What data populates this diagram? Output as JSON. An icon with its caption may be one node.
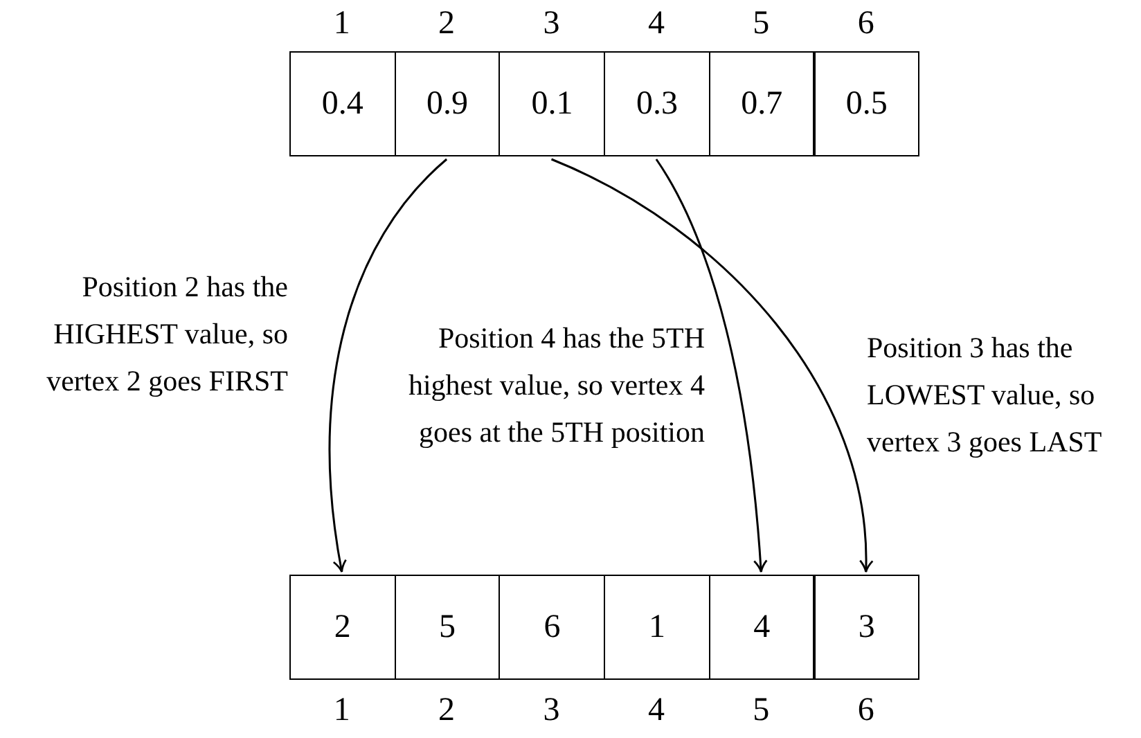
{
  "diagram": {
    "nodes": [
      {
        "text": [
          "0.4"
        ]
      },
      {
        "text": [
          "0.9"
        ]
      },
      {
        "text": [
          "0.1"
        ]
      },
      {
        "text": [
          "0.3"
        ]
      },
      {
        "text": [
          "0.7"
        ]
      },
      {
        "text": [
          "0.5"
        ]
      },
      {
        "text": [
          "2"
        ]
      },
      {
        "text": [
          "5"
        ]
      },
      {
        "text": [
          "6"
        ]
      },
      {
        "text": [
          "1"
        ]
      },
      {
        "text": [
          "4"
        ]
      },
      {
        "text": [
          "3"
        ]
      }
    ],
    "edges": [
      {
        "from": 1,
        "to": 6,
        "arrow": "to"
      },
      {
        "from": 2,
        "to": 11,
        "arrow": "to"
      },
      {
        "from": 3,
        "to": 10,
        "arrow": "to"
      }
    ],
    "labels": [
      "1",
      "2",
      "3",
      "4",
      "5",
      "6",
      "Position 2 has the HIGHEST value, so vertex 2 goes FIRST",
      "Position 4 has the 5TH highest value, so vertex 4 goes at the 5TH position",
      "Position 3 has the LOWEST value, so vertex 3 goes LAST",
      "1",
      "2",
      "3",
      "4",
      "5",
      "6"
    ]
  }
}
